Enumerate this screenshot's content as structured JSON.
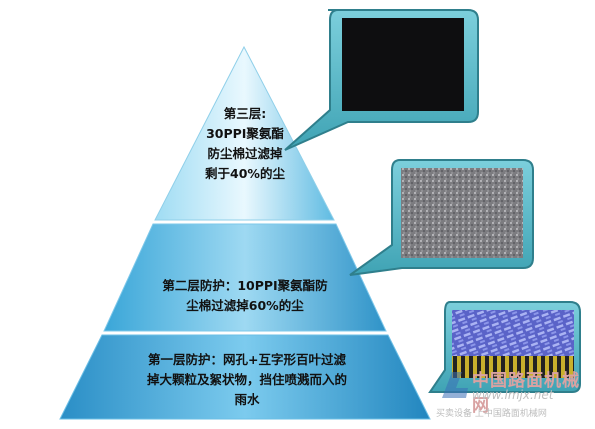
{
  "layers": {
    "top": {
      "lines": [
        "第三层:",
        "30PPI聚氨酯",
        "防尘棉过滤掉",
        "剩于40%的尘"
      ]
    },
    "middle": {
      "lines": [
        "第二层防护：10PPI聚氨酯防",
        "尘棉过滤掉60%的尘"
      ]
    },
    "bottom": {
      "lines": [
        "第一层防护：网孔+互字形百叶过滤",
        "掉大颗粒及絮状物，挡住喷溅而入的",
        "雨水"
      ]
    }
  },
  "watermark": {
    "name": "中国路面机械网",
    "url": "www.lmjx.net",
    "subtitle": "买卖设备 上中国路面机械网"
  },
  "colors": {
    "pyramid_light": "#cfeefb",
    "pyramid_mid": "#4fb6e3",
    "pyramid_dark": "#1d7fb5",
    "callout_fill": "#55b9c9",
    "callout_stroke": "#2f7f8c",
    "watermark_red": "#d9a2a2"
  }
}
